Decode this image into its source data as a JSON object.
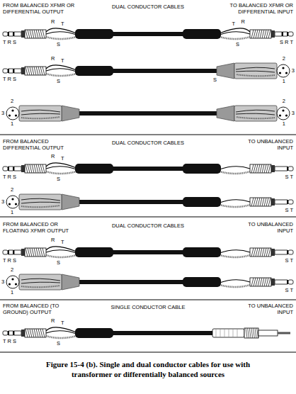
{
  "diagram": {
    "caption": "Figure 15-4 (b).  Single and dual conductor cables for use with transformer or differentially balanced sources",
    "labels": [
      "FROM BALANCED XFMR OR DIFFERENTIAL OUTPUT",
      "DUAL CONDUCTOR CABLES",
      "TO BALANCED XFMR OR DIFFERENTIAL INPUT",
      "R",
      "T",
      "T R S",
      "S",
      "R",
      "T",
      "S",
      "S R T",
      "R",
      "T",
      "T R S",
      "S",
      "2",
      "3",
      "1",
      "S",
      "2",
      "3",
      "1",
      "2",
      "3",
      "1",
      "FROM BALANCED DIFFERENTIAL OUTPUT",
      "DUAL CONDUCTOR CABLES",
      "TO UNBALANCED INPUT",
      "R",
      "T",
      "T R S",
      "S",
      "S T",
      "2",
      "3",
      "1",
      "S T",
      "FROM BALANCED OR FLOATING XFMR OUTPUT",
      "DUAL CONDUCTOR CABLES",
      "TO UNBALANCED INPUT",
      "R",
      "T",
      "T R S",
      "S",
      "S T",
      "2",
      "3",
      "1",
      "S T",
      "FROM BALANCED (TO GROUND) OUTPUT",
      "SINGLE CONDUCTOR CABLE",
      "TO UNBALANCED INPUT",
      "R",
      "T",
      "T R S",
      "S"
    ]
  }
}
